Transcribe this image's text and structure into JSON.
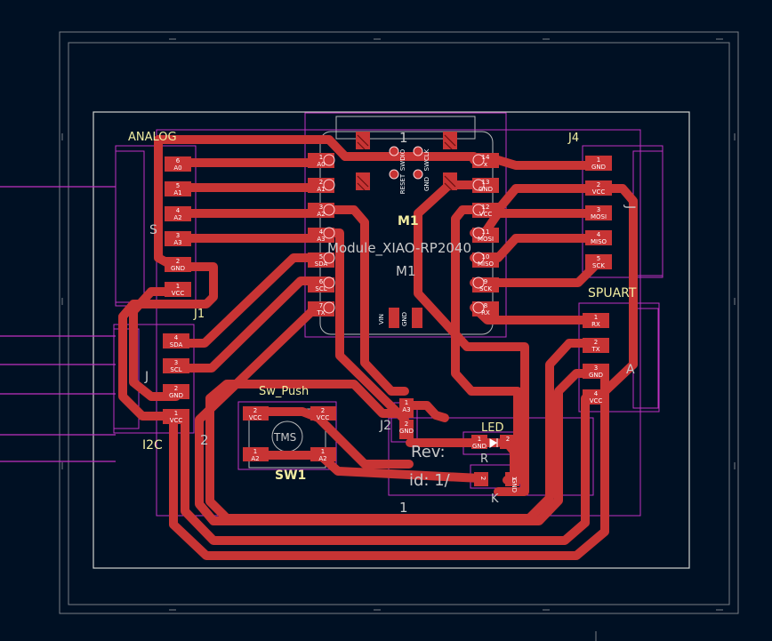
{
  "colors": {
    "background": "#001023",
    "copper": "#c83434",
    "silk": "#f2eda1",
    "courtyard": "#c030c0",
    "fab": "#c8c8c8",
    "edge": "#d0d2cd",
    "pad_text": "#ffffff"
  },
  "refdes": {
    "analog": "ANALOG",
    "j4": "J4",
    "j1": "J1",
    "spuart": "SPUART",
    "i2c": "I2C",
    "sw_push": "Sw_Push",
    "sw1": "SW1",
    "m1": "M1",
    "m1_fab": "M1",
    "module_value": "Module_XIAO-RP2040",
    "led": "LED",
    "rev": "Rev:",
    "rev_id": "id: 1/",
    "fab_one_top": "1",
    "fab_one_bottom": "1",
    "fab_two": "2",
    "fab_k": "K",
    "fab_r": "R",
    "fab_j": "J",
    "fab_s": "S",
    "fab_a": "A",
    "fab_j2": "J2",
    "sw_tms": "TMS"
  },
  "module_top_pads": [
    "SWDIO",
    "SWCLK",
    "RESET",
    "GND"
  ],
  "module_bottom_pads": [
    "VIN",
    "GND"
  ],
  "module_left": [
    {
      "num": "1",
      "net": "A0"
    },
    {
      "num": "2",
      "net": "A1"
    },
    {
      "num": "3",
      "net": "A2"
    },
    {
      "num": "4",
      "net": "A3"
    },
    {
      "num": "5",
      "net": "SDA"
    },
    {
      "num": "6",
      "net": "SCL"
    },
    {
      "num": "7",
      "net": "TX"
    }
  ],
  "module_right": [
    {
      "num": "14",
      "net": "x"
    },
    {
      "num": "13",
      "net": "GND"
    },
    {
      "num": "12",
      "net": "VCC"
    },
    {
      "num": "11",
      "net": "MOSI"
    },
    {
      "num": "10",
      "net": "MISO"
    },
    {
      "num": "9",
      "net": "SCK"
    },
    {
      "num": "8",
      "net": "RX"
    }
  ],
  "analog_conn": [
    {
      "num": "6",
      "net": "A0"
    },
    {
      "num": "5",
      "net": "A1"
    },
    {
      "num": "4",
      "net": "A2"
    },
    {
      "num": "3",
      "net": "A3"
    },
    {
      "num": "2",
      "net": "GND"
    },
    {
      "num": "1",
      "net": "VCC"
    }
  ],
  "i2c_conn": [
    {
      "num": "4",
      "net": "SDA"
    },
    {
      "num": "3",
      "net": "SCL"
    },
    {
      "num": "2",
      "net": "GND"
    },
    {
      "num": "1",
      "net": "VCC"
    }
  ],
  "spi_conn": [
    {
      "num": "1",
      "net": "GND"
    },
    {
      "num": "2",
      "net": "VCC"
    },
    {
      "num": "3",
      "net": "MOSI"
    },
    {
      "num": "4",
      "net": "MISO"
    },
    {
      "num": "5",
      "net": "SCK"
    }
  ],
  "uart_conn": [
    {
      "num": "1",
      "net": "RX"
    },
    {
      "num": "2",
      "net": "TX"
    },
    {
      "num": "3",
      "net": "GND"
    },
    {
      "num": "4",
      "net": "VCC"
    }
  ],
  "switch_pads": [
    {
      "num": "2",
      "net": "VCC"
    },
    {
      "num": "2",
      "net": "VCC"
    },
    {
      "num": "1",
      "net": "A2"
    },
    {
      "num": "1",
      "net": "A2"
    }
  ],
  "resistor_pads": [
    {
      "num": "1",
      "net": "A3"
    },
    {
      "num": "2",
      "net": "GND"
    },
    {
      "num": "2",
      "net": ""
    },
    {
      "num": "1",
      "net": "GND"
    }
  ],
  "led_pads": [
    {
      "num": "1",
      "net": "GND"
    },
    {
      "num": "2",
      "net": ""
    }
  ]
}
